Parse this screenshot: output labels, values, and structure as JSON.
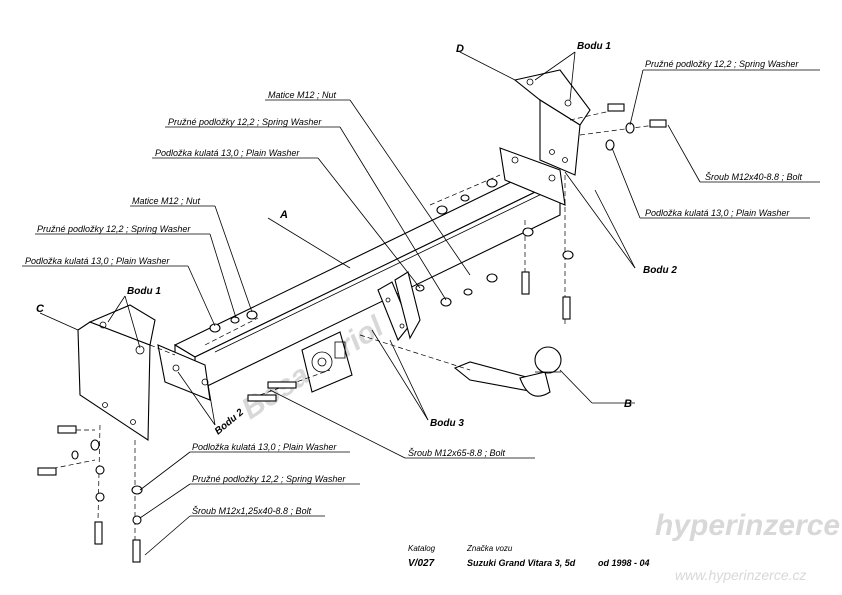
{
  "labels": {
    "matice_top": "Matice M12 ; Nut",
    "washer_spring_mid": "Pružné podložky  12,2 ; Spring Washer",
    "washer_plain_mid": "Podložka kulatá 13,0 ;  Plain Washer",
    "matice_left": "Matice  M12 ; Nut",
    "washer_spring_left": "Pružné podložky  12,2 ; Spring Washer",
    "washer_plain_left": "Podložka kulatá 13,0 ;  Plain Washer",
    "washer_spring_right": "Pružné podložky  12,2 ; Spring Washer",
    "bolt_right": "Šroub M12x40-8.8 ;  Bolt",
    "washer_plain_right": "Podložka kulatá 13,0 ;  Plain Washer",
    "bolt_mid": "Šroub M12x65-8.8 ;  Bolt",
    "washer_plain_bottom": "Podložka kulatá 13,0 ;  Plain Washer",
    "washer_spring_bottom": "Pružné podložky  12,2 ; Spring Washer",
    "bolt_bottom": "Šroub M12x1,25x40-8.8 ;  Bolt"
  },
  "points": {
    "bodu1_right": "Bodu 1",
    "bodu1_left": "Bodu 1",
    "bodu2_right": "Bodu 2",
    "bodu2_left": "Bodu 2",
    "bodu3": "Bodu 3"
  },
  "letters": {
    "a": "A",
    "b": "B",
    "c": "C",
    "d": "D"
  },
  "footer": {
    "katalog_label": "Katalog",
    "katalog_value": "V/027",
    "znacka_label": "Značka vozu",
    "znacka_value": "Suzuki Grand Vitara 3, 5d",
    "years": "od 1998 - 04"
  },
  "watermarks": {
    "diagonal": "Bosal-Oriol",
    "brand": "hyperinzerce",
    "url": "www.hyperinzerce.cz"
  }
}
